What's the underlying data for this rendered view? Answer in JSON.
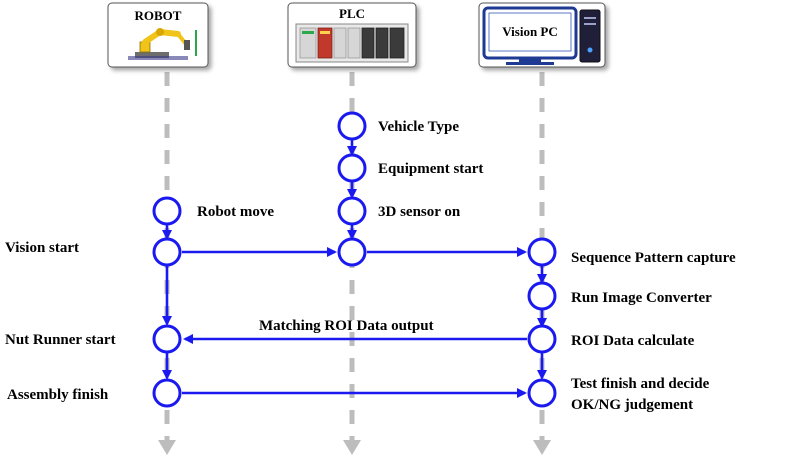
{
  "participants": {
    "robot": {
      "label": "ROBOT"
    },
    "plc": {
      "label": "PLC"
    },
    "vision": {
      "label": "Vision PC"
    }
  },
  "steps": {
    "vehicle_type": "Vehicle Type",
    "equipment_start": "Equipment start",
    "robot_move": "Robot move",
    "sensor_on": "3D sensor on",
    "vision_start": "Vision start",
    "sequence_capture": "Sequence Pattern capture",
    "run_converter": "Run Image Converter",
    "matching_output": "Matching ROI Data output",
    "roi_calculate": "ROI Data calculate",
    "nut_runner_start": "Nut Runner start",
    "assembly_finish": "Assembly finish",
    "test_finish_line1": "Test finish and decide",
    "test_finish_line2": "OK/NG judgement"
  },
  "colors": {
    "flow": "#1a1af0",
    "lifeline": "#bdbdbd",
    "robot_arm": "#f0c419",
    "plc_body": "#e9e9e9",
    "plc_module_red": "#c0392b",
    "monitor_frame": "#1f3a93"
  },
  "icons": [
    "robot-arm-icon",
    "plc-rack-icon",
    "vision-pc-icon"
  ]
}
